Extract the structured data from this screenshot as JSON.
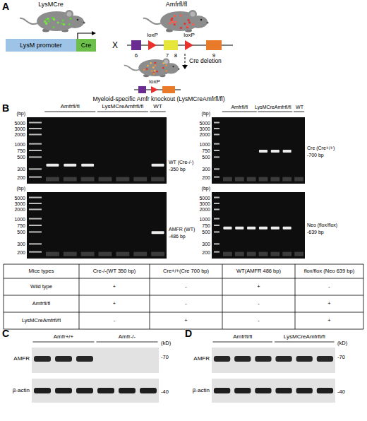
{
  "diagram": {
    "nodes": [
      {
        "text": [
          "LysM promoter"
        ]
      },
      {
        "text": [
          "Cre"
        ]
      }
    ],
    "labels": [
      "A",
      "LysMCre",
      "Amfrfl/fl",
      "X",
      "6",
      "loxP",
      "7",
      "8",
      "loxP",
      "9",
      "Cre deletion",
      "loxP",
      "Myeloid-specific Amfr knockout (LysMCreAmfrfl/fl)",
      "B",
      "Amfrfl/fl",
      "LysMCreAmfrfl/fl",
      "WT",
      "Amfrfl/fl",
      "LysMCreAmfrfl/fl",
      "WT",
      "(bp)",
      "5000",
      "3000",
      "2000",
      "1000",
      "750",
      "500",
      "300",
      "200",
      "WT (Cre-/-)",
      "-350 bp",
      "(bp)",
      "5000",
      "3000",
      "2000",
      "1000",
      "750",
      "500",
      "300",
      "200",
      "Cre (Cre+/+)",
      "-700 bp",
      "(bp)",
      "5000",
      "3000",
      "2000",
      "1000",
      "750",
      "500",
      "300",
      "200",
      "AMFR (WT)",
      "-486 bp",
      "(bp)",
      "5000",
      "3000",
      "2000",
      "1000",
      "750",
      "500",
      "300",
      "200",
      "Neo (flox/flox)",
      "-639 bp",
      "Mice types",
      "Cre-/-(WT 350 bp)",
      "Cre+/+(Cre 700 bp)",
      "WT(AMFR 486 bp)",
      "flox/flox (Neo 639 bp)",
      "Wild type",
      "+",
      "-",
      "+",
      "-",
      "Amfrfl/fl",
      "+",
      "-",
      "-",
      "+",
      "LysMCreAmfrfl/fl",
      "-",
      "+",
      "-",
      "+",
      "C",
      "Amfr+/+",
      "Amfr-/-",
      "(kD)",
      "AMFR",
      "β-actin",
      "-70",
      "-40",
      "D",
      "Amfrfl/fl",
      "LysMCreAmfrfl/fl",
      "(kD)",
      "AMFR",
      "β-actin",
      "-70",
      "-40"
    ]
  }
}
